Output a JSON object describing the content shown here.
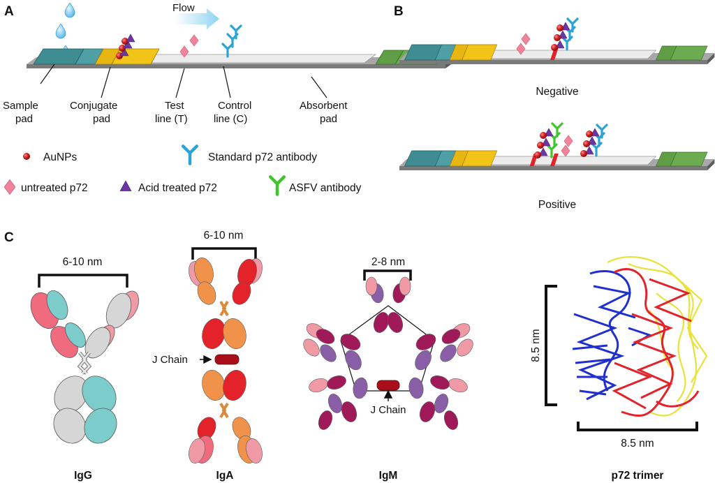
{
  "panels": {
    "a": "A",
    "b": "B",
    "c": "C"
  },
  "panel_a": {
    "flow": "Flow",
    "labels": {
      "sample_pad": [
        "Sample",
        "pad"
      ],
      "conjugate_pad": [
        "Conjugate",
        "pad"
      ],
      "test_line": [
        "Test",
        "line (T)"
      ],
      "control_line": [
        "Control",
        "line (C)"
      ],
      "absorbent_pad": [
        "Absorbent",
        "pad"
      ]
    }
  },
  "legend": {
    "aunps": "AuNPs",
    "standard_ab": "Standard p72 antibody",
    "untreated": "untreated p72",
    "acid_treated": "Acid treated p72",
    "asfv_ab": "ASFV antibody"
  },
  "panel_b": {
    "negative": "Negative",
    "positive": "Positive"
  },
  "panel_c": {
    "igg": {
      "dim": "6-10 nm",
      "name": "IgG"
    },
    "iga": {
      "dim": "6-10 nm",
      "name": "IgA",
      "jchain": "J Chain"
    },
    "igm": {
      "dim": "2-8 nm",
      "name": "IgM",
      "jchain": "J Chain"
    },
    "p72": {
      "height": "8.5 nm",
      "width": "8.5 nm",
      "name": "p72 trimer"
    }
  },
  "colors": {
    "sample": "#3f8c92",
    "conjugate": "#f2c418",
    "membrane": "#ececec",
    "absorbent": "#6cac50",
    "base": "#7a7a7a",
    "aunp": "#cc1f1f",
    "untreated": "#f0849b",
    "acid": "#6a36a0",
    "standard_ab": "#2aa3d6",
    "asfv_ab": "#3fc62a",
    "line_red": "#e3222a",
    "igg_pink": "#ef6b7d",
    "igg_teal": "#7ccccc",
    "igg_gray": "#d6d6d6",
    "iga_red": "#e3222a",
    "iga_orange": "#f0924a",
    "igm_magenta": "#a01a5a",
    "igm_purple": "#8a5fa8",
    "p72_blue": "#1f2fd0",
    "p72_red": "#e3222a",
    "p72_yellow": "#eaea3a"
  }
}
